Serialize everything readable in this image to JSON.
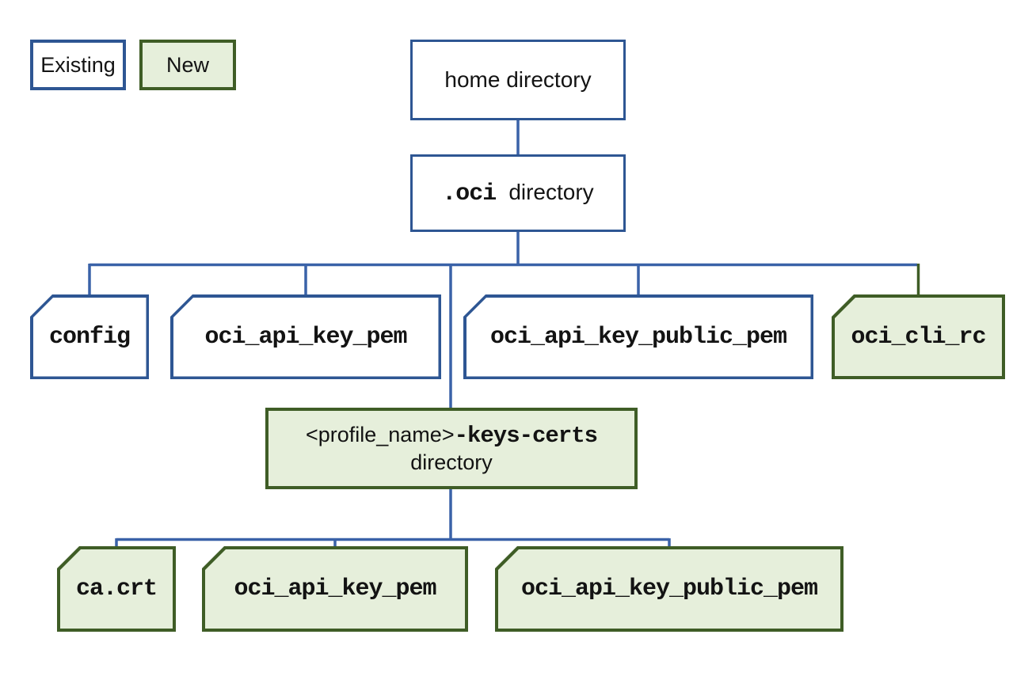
{
  "legend": {
    "existing": "Existing",
    "new": "New"
  },
  "nodes": {
    "home": {
      "label": "home directory",
      "status": "existing"
    },
    "oci": {
      "mono": ".oci",
      "sans": "directory",
      "status": "existing"
    },
    "config": {
      "label": "config",
      "status": "existing"
    },
    "api_key": {
      "label": "oci_api_key_pem",
      "status": "existing"
    },
    "api_key_public": {
      "label": "oci_api_key_public_pem",
      "status": "existing"
    },
    "cli_rc": {
      "label": "oci_cli_rc",
      "status": "new"
    },
    "profile": {
      "sans_prefix": "<profile_name>",
      "mono": "-keys-certs",
      "line2": "directory",
      "status": "new"
    },
    "ca_crt": {
      "label": "ca.crt",
      "status": "new"
    },
    "api_key_new": {
      "label": "oci_api_key_pem",
      "status": "new"
    },
    "api_key_public_new": {
      "label": "oci_api_key_public_pem",
      "status": "new"
    }
  },
  "colors": {
    "existing_border": "#2E5693",
    "existing_fill": "#FFFFFF",
    "new_border": "#3F5D26",
    "new_fill": "#E6EFDB",
    "connector_blue": "#3A62A8",
    "connector_green": "#3F5D26"
  }
}
